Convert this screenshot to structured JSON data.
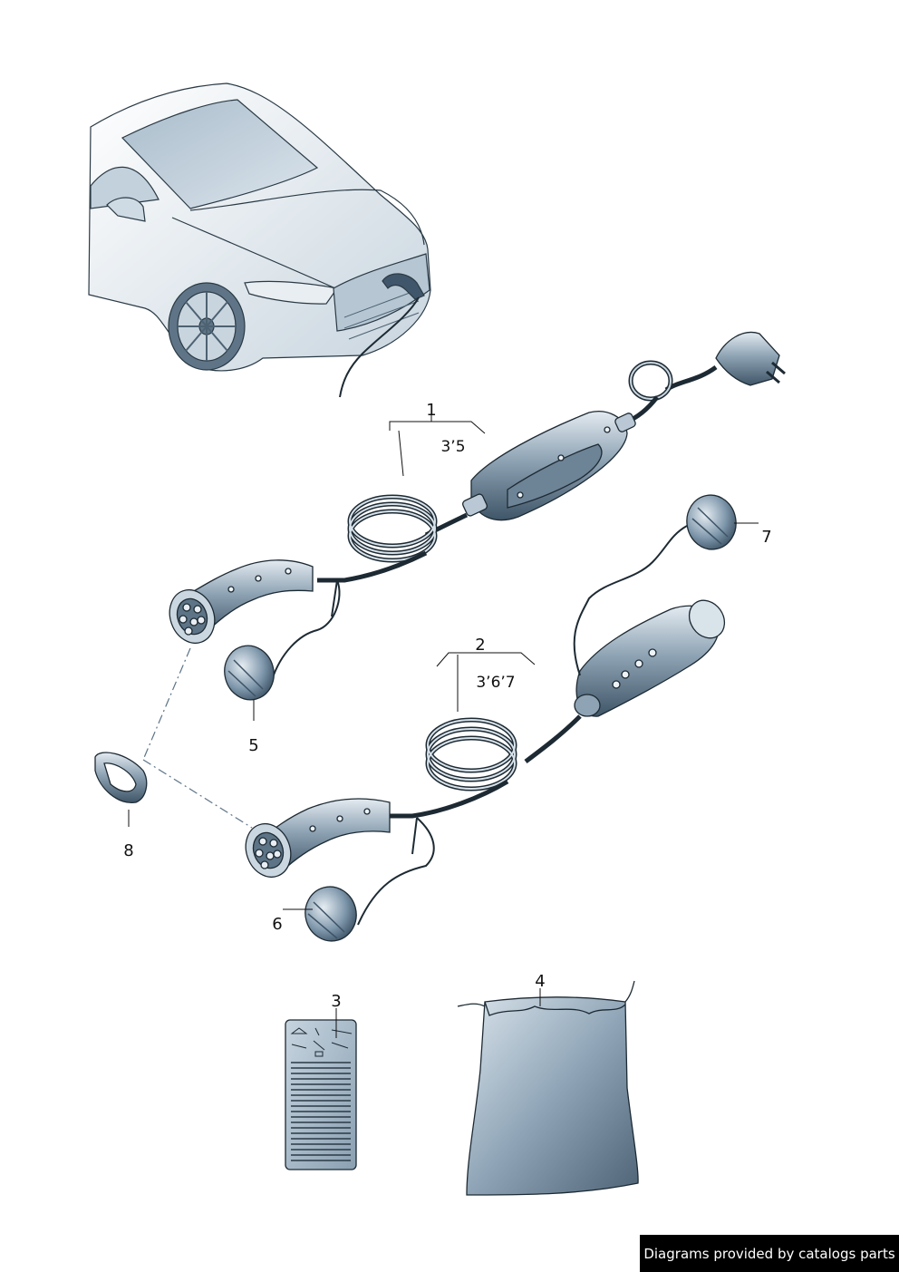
{
  "callouts": [
    {
      "id": "1",
      "label": "1",
      "note": "3’5"
    },
    {
      "id": "2",
      "label": "2",
      "note": "3’6’7"
    },
    {
      "id": "3",
      "label": "3"
    },
    {
      "id": "4",
      "label": "4"
    },
    {
      "id": "5",
      "label": "5"
    },
    {
      "id": "6",
      "label": "6"
    },
    {
      "id": "7",
      "label": "7"
    },
    {
      "id": "8",
      "label": "8"
    }
  ],
  "credit": "Diagrams provided by catalogs parts",
  "colors": {
    "part_fill": "#7f97ab",
    "part_light": "#c9d6e0",
    "part_dark": "#3c5568",
    "outline": "#1d2a33",
    "car_fill": "#dfe7ee"
  }
}
